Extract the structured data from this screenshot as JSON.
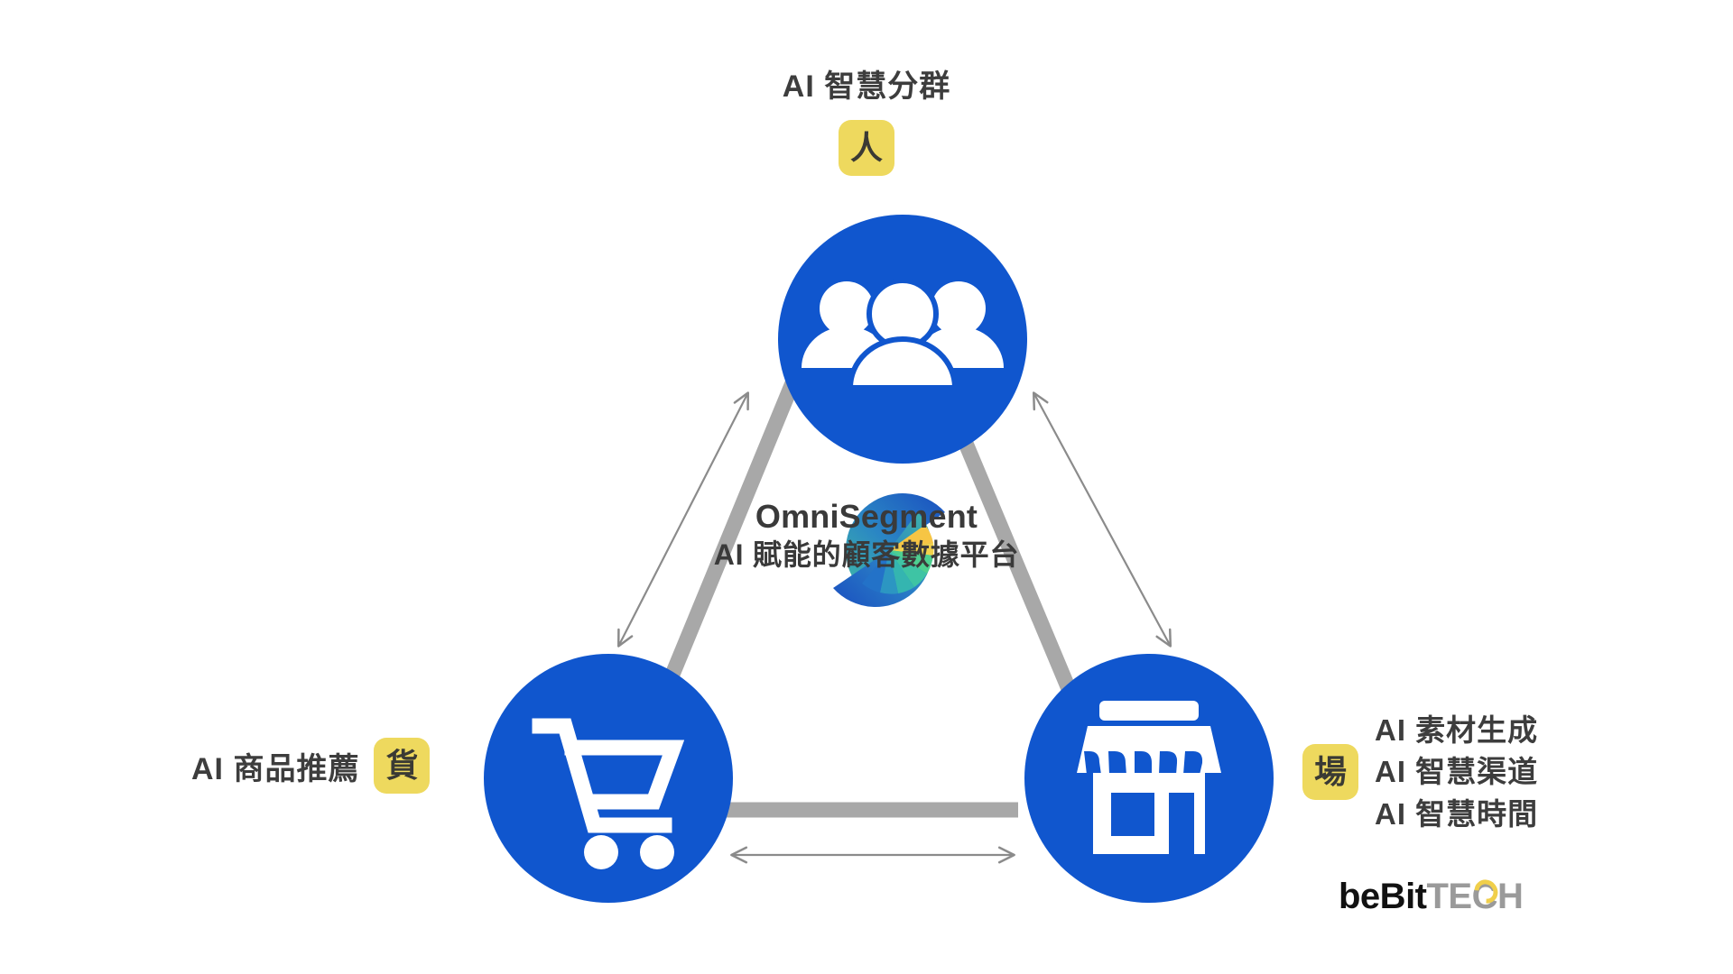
{
  "diagram": {
    "title_node": {
      "label": "AI 智慧分群",
      "badge": "人",
      "icon": "people-group-icon"
    },
    "left_node": {
      "label": "AI 商品推薦",
      "badge": "貨",
      "icon": "shopping-cart-icon"
    },
    "right_node": {
      "badge": "場",
      "icon": "storefront-icon",
      "lines": [
        "AI 素材生成",
        "AI 智慧渠道",
        "AI 智慧時間"
      ]
    },
    "center": {
      "logo": "omnisegment-logo",
      "brand": "OmniSegment",
      "tagline": "AI 賦能的顧客數據平台"
    },
    "footer_logo": {
      "primary": "beBit",
      "secondary": "TECH"
    },
    "colors": {
      "node_blue": "#1056ce",
      "badge_yellow": "#eed95e",
      "connector_gray": "#a8a8a8",
      "arrow_gray": "#8b8b8b",
      "text_dark": "#3d3d3d",
      "logo_accent_yellow": "#f0cf4b"
    }
  }
}
